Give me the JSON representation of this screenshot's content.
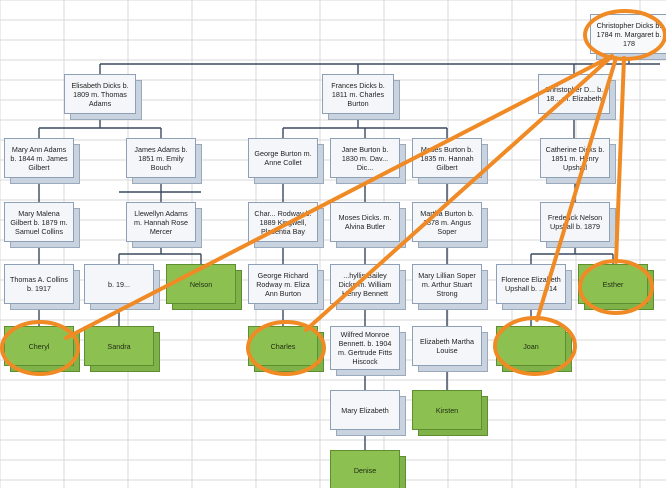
{
  "tree": {
    "nodes": {
      "christopher": "Christopher Dicks b. 1784 m. Margaret b. 178",
      "elisabeth": "Elisabeth Dicks b. 1809  m. Thomas Adams",
      "frances": "Frances Dicks b. 1811 m. Charles Burton",
      "christopher2": "Christopher D... b. 18... m. Elizabeth",
      "mary_ann": "Mary Ann Adams b. 1844 m. James Gilbert",
      "james_adams": "James Adams b. 1851 m. Emily Bouch",
      "george_burton": "George Burton m. Anne Collet",
      "jane_burton": "Jane Burton b. 1830 m. Dav... Dic...",
      "moses_burton": "Moses Burton b. 1835 m. Hannah Gilbert",
      "catherine": "Catherine Dicks b. 1851 m. Henry Upshall",
      "mary_malena": "Mary Malena Gilbert b. 1879 m. Samuel Collins",
      "llewellyn": "Llewellyn Adams m. Hannah Rose Mercer",
      "charles_rodway": "Char... Rodway b. 1889 Kingwell, Placentia Bay",
      "moses_dicks": "Moses Dicks. m. Alvina Butler",
      "martha_burton": "Martha Burton b. 1878 m. Angus Soper",
      "frederick": "Frederick Nelson Upshall b. 1879",
      "thomas_collins": "Thomas A. Collins b. 1917",
      "b19": "b. 19...",
      "nelson": "Nelson",
      "george_richard": "George Richard Rodway m. Eliza Ann Burton",
      "phyllis": "...hyllis Bailey Dicks m. William Henry Bennett",
      "mary_lillian": "Mary Lillian Soper m. Arthur Stuart Strong",
      "florence": "Florence Elizabeth Upshall b. ...914",
      "esther": "Esther",
      "cheryl": "Cheryl",
      "sandra": "Sandra",
      "charles": "Charles",
      "wilfred": "Wilfred Monroe Bennett. b. 1904 m. Gertrude Fitts Hiscock",
      "elizabeth_martha": "Elizabeth Martha Louise",
      "joan": "Joan",
      "mary_elizabeth": "Mary Elizabeth",
      "kirsten": "Kirsten",
      "denise": "Denise"
    }
  },
  "colors": {
    "node_fill": "#f4f6f9",
    "node_shadow": "#c9d3df",
    "leaf_fill": "#8cc152",
    "connector": "#3a4a5e",
    "highlight": "#f08a24",
    "grid": "#d9d9d9"
  }
}
